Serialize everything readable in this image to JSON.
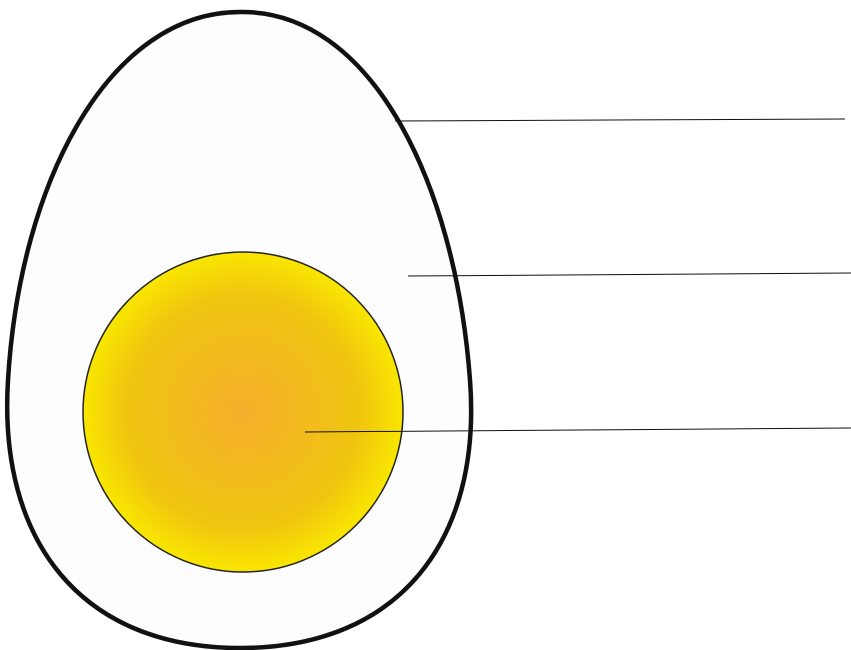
{
  "diagram": {
    "type": "labeled-egg-cross-section",
    "parts": [
      {
        "id": "shell",
        "label": ""
      },
      {
        "id": "egg-white",
        "label": ""
      },
      {
        "id": "yolk",
        "label": ""
      }
    ],
    "colors": {
      "background": "#ffffff",
      "shell_outline": "#111111",
      "egg_white": "#fdfdfd",
      "yolk_center": "#f5b02c",
      "yolk_mid": "#f0c410",
      "yolk_edge": "#f9e600",
      "yolk_outline": "#222222",
      "leader_line": "#111111"
    }
  }
}
